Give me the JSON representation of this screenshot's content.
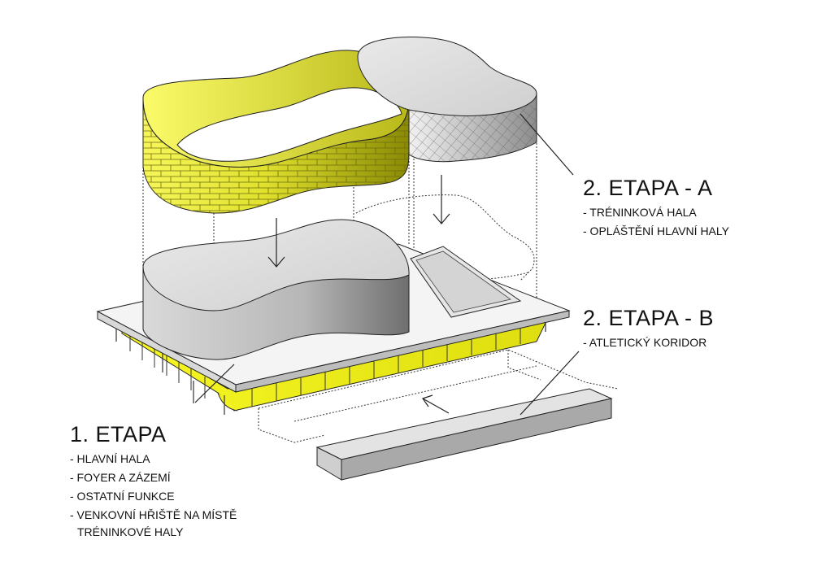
{
  "stage_2a": {
    "title": "2. ETAPA - A",
    "items": [
      "- TRÉNINKOVÁ HALA",
      "- OPLÁŠTĚNÍ HLAVNÍ HALY"
    ]
  },
  "stage_2b": {
    "title": "2. ETAPA - B",
    "items": [
      "- ATLETICKÝ KORIDOR"
    ]
  },
  "stage_1": {
    "title": "1. ETAPA",
    "items": [
      "- HLAVNÍ HALA",
      "- FOYER A ZÁZEMÍ",
      "- OSTATNÍ FUNKCE",
      "- VENKOVNÍ HŘIŠTĚ NA MÍSTĚ",
      "TRÉNINKOVÉ HALY"
    ]
  },
  "colors": {
    "facade_yellow": "#e8e84a",
    "glass_yellow": "#f2f23a",
    "volume_grey": "#c8c8c8",
    "outline": "#222222"
  }
}
